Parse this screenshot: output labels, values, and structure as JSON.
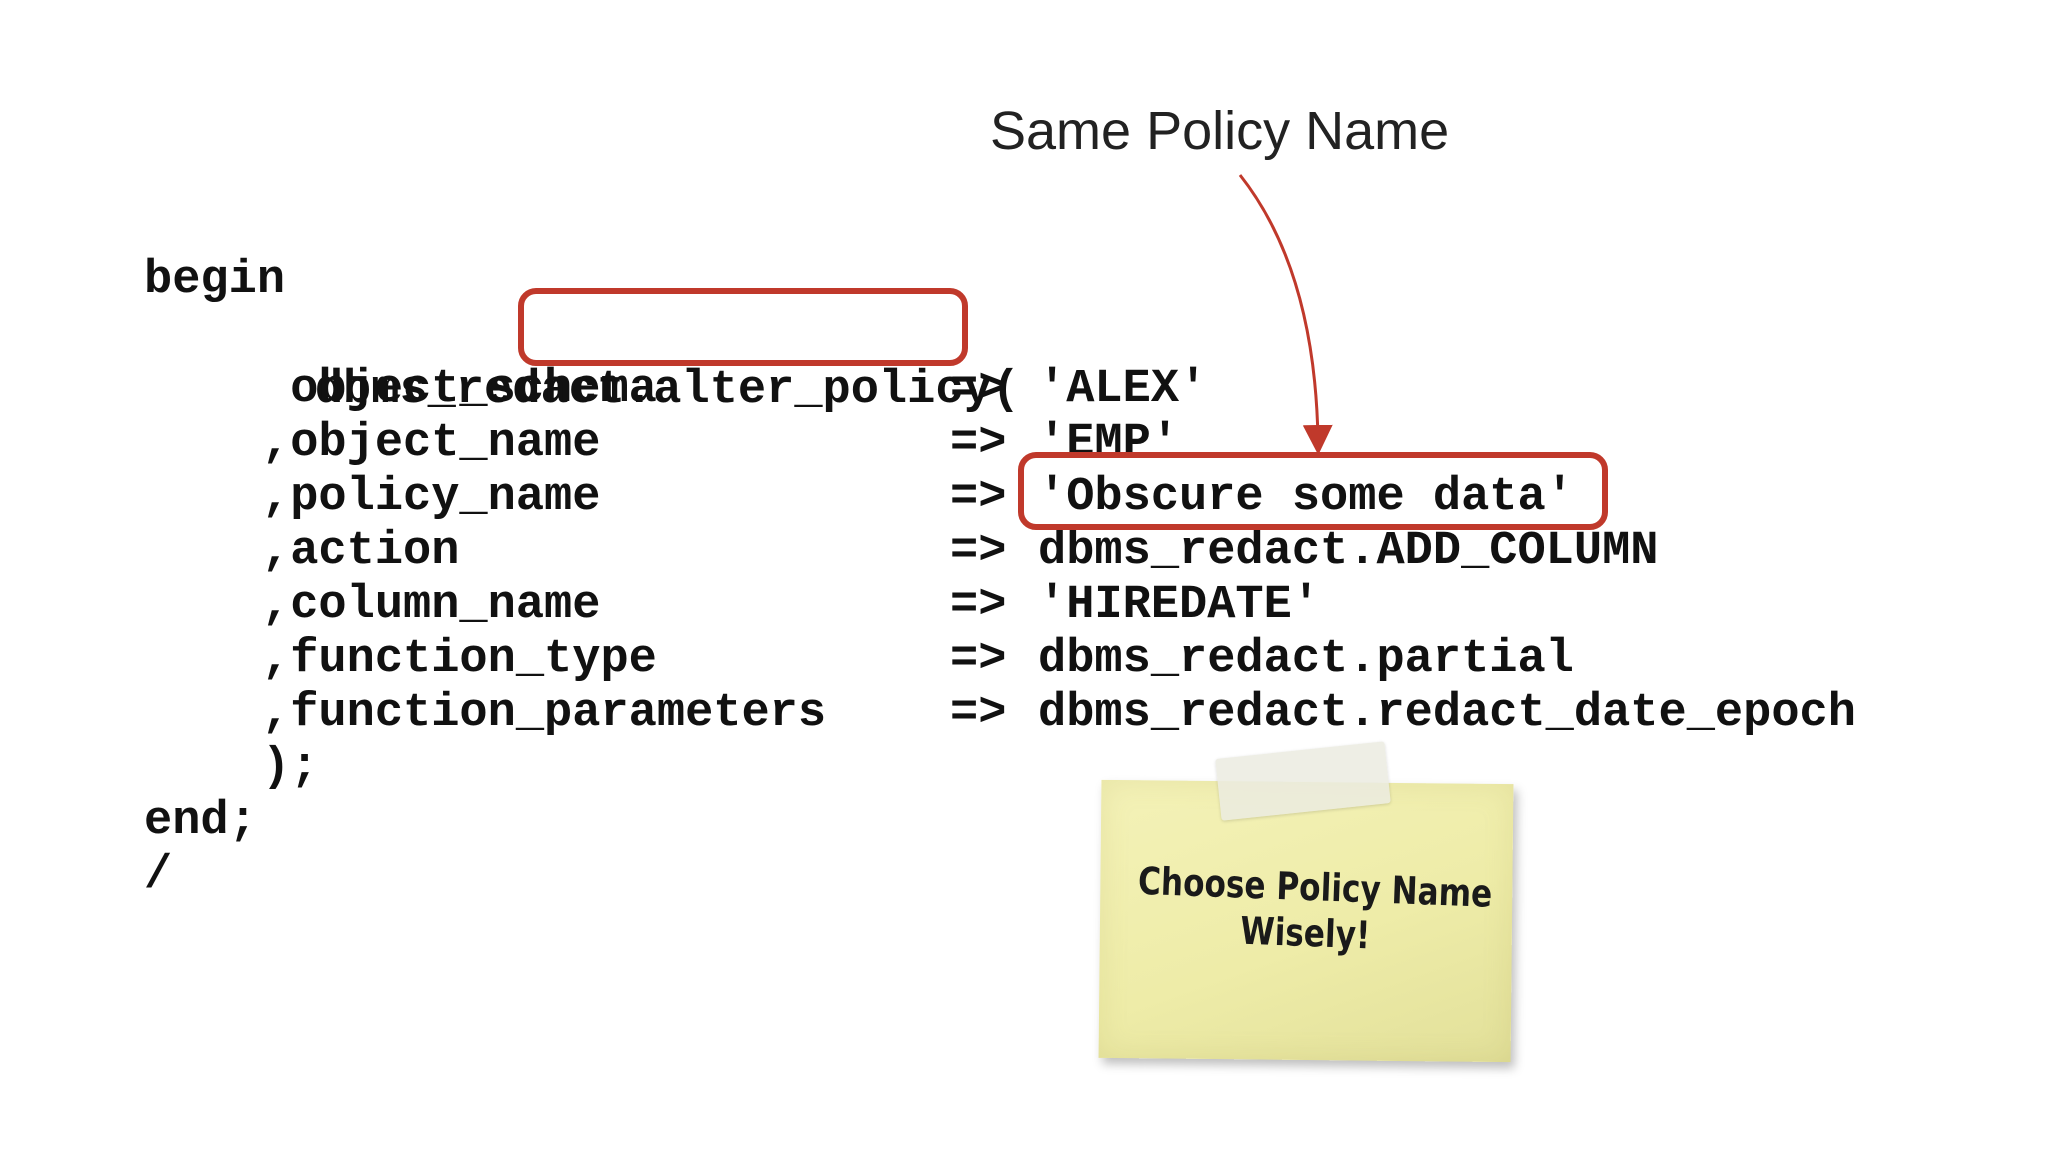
{
  "callout": {
    "title": "Same Policy Name"
  },
  "code": {
    "begin": "begin",
    "call_prefix": "dbms_redact",
    "call_method": ".alter_policy(",
    "params": [
      {
        "name": " object_schema",
        "arrow": "=>",
        "value": "'ALEX'"
      },
      {
        "name": ",object_name",
        "arrow": "=>",
        "value": "'EMP'"
      },
      {
        "name": ",policy_name",
        "arrow": "=>",
        "value": "'Obscure some data'"
      },
      {
        "name": ",action",
        "arrow": "=>",
        "value": "dbms_redact.ADD_COLUMN"
      },
      {
        "name": ",column_name",
        "arrow": "=>",
        "value": "'HIREDATE'"
      },
      {
        "name": ",function_type",
        "arrow": "=>",
        "value": "dbms_redact.partial"
      },
      {
        "name": ",function_parameters",
        "arrow": "=>",
        "value": "dbms_redact.redact_date_epoch"
      }
    ],
    "close_call": ");",
    "end": "end;",
    "slash": "/"
  },
  "sticky_note": {
    "line1": "Choose Policy Name",
    "line2": "Wisely!"
  },
  "colors": {
    "highlight": "#c0392b",
    "note": "#f0eeb0",
    "text": "#111111"
  }
}
